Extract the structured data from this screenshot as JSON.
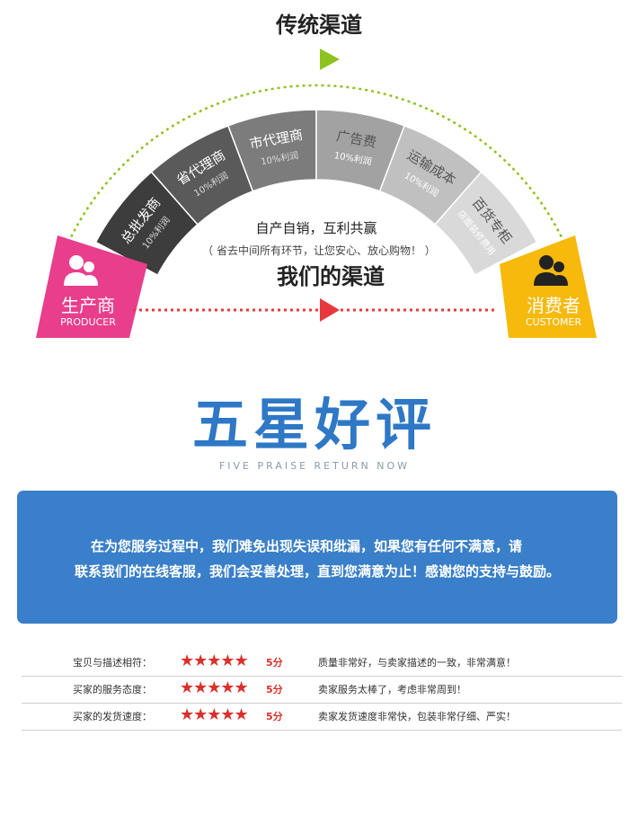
{
  "channel": {
    "traditional_title": "传统渠道",
    "segments": [
      {
        "name": "总批发商",
        "sub": "10%利润",
        "color": "#3d3d3d"
      },
      {
        "name": "省代理商",
        "sub": "10%利润",
        "color": "#5a5a5a"
      },
      {
        "name": "市代理商",
        "sub": "10%利润",
        "color": "#7c7c7c"
      },
      {
        "name": "广告费",
        "sub": "10%利润",
        "color": "#a2a2a2"
      },
      {
        "name": "运输成本",
        "sub": "10%利润",
        "color": "#c0c0c0"
      },
      {
        "name": "百货专柜",
        "sub": "店面装修费用",
        "color": "#d9d9d9"
      }
    ],
    "producer": {
      "name": "生产商",
      "en": "PRODUCER",
      "color": "#e83e8c"
    },
    "consumer": {
      "name": "消费者",
      "en": "CUSTOMER",
      "color": "#f6b90c"
    },
    "center_line1": "自产自销，互利共赢",
    "center_line2": "（ 省去中间所有环节，让您安心、放心购物！ ）",
    "our_title": "我们的渠道",
    "green_color": "#8dc21f",
    "red_color": "#e8383d"
  },
  "praise": {
    "title": "五星好评",
    "subtitle": "FIVE PRAISE RETURN NOW",
    "message_line1": "在为您服务过程中，我们难免出现失误和纰漏，如果您有任何不满意，请",
    "message_line2": "联系我们的在线客服，我们会妥善处理，直到您满意为止！感谢您的支持与鼓励。"
  },
  "ratings": [
    {
      "label": "宝贝与描述相符：",
      "stars": "★★★★★",
      "score": "5分",
      "comment": "质量非常好，与卖家描述的一致，非常满意！"
    },
    {
      "label": "买家的服务态度：",
      "stars": "★★★★★",
      "score": "5分",
      "comment": "卖家服务太棒了，考虑非常周到！"
    },
    {
      "label": "买家的发货速度：",
      "stars": "★★★★★",
      "score": "5分",
      "comment": "卖家发货速度非常快，包装非常仔细、严实！"
    }
  ]
}
